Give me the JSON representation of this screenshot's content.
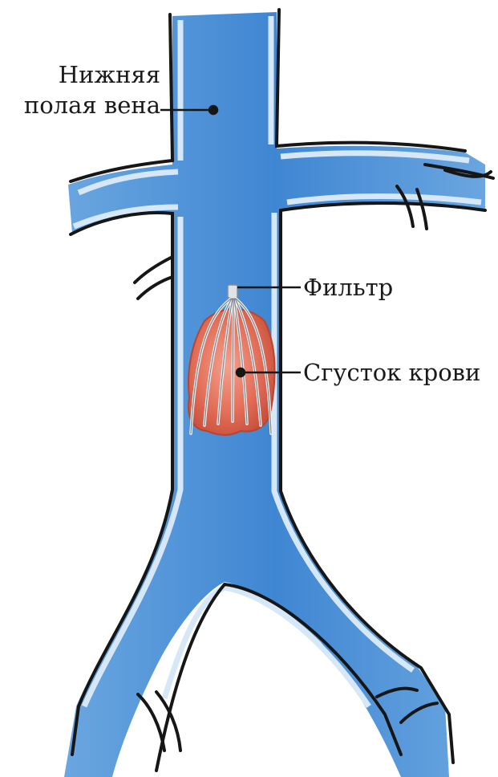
{
  "labels": {
    "ivc_line1": "Нижняя",
    "ivc_line2": "полая вена",
    "filter": "Фильтр",
    "clot": "Сгусток крови"
  },
  "colors": {
    "vein_blue": "#4a8fd6",
    "vein_edge": "#1b1b1b",
    "vein_highlight": "#cfe3f5",
    "clot": "#e46a55",
    "filter_wire": "#c9ccd0"
  }
}
